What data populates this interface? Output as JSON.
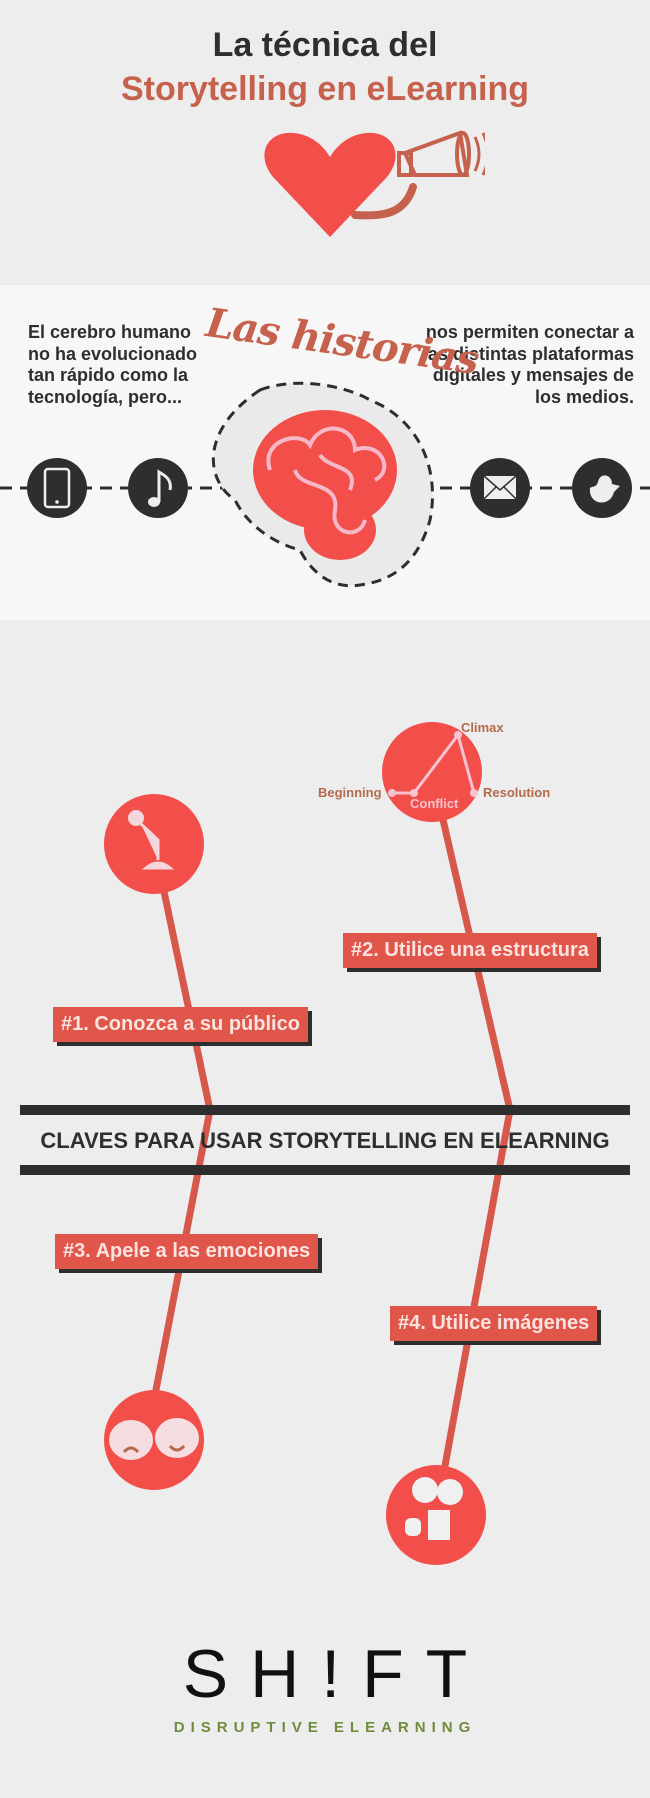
{
  "header": {
    "title_line1": "La técnica del",
    "title_line2": "Storytelling en eLearning"
  },
  "intro": {
    "left_text": "El cerebro humano no ha evolucionado tan rápido como la tecnología, pero...",
    "center_script": "Las historias",
    "right_text": "nos permiten conectar a las distintas plataformas digitales y mensajes de los medios.",
    "icons": [
      "smartphone-icon",
      "music-note-icon",
      "brain-icon",
      "envelope-icon",
      "bird-icon"
    ]
  },
  "structure_diagram": {
    "points": [
      "Beginning",
      "Conflict",
      "Climax",
      "Resolution"
    ]
  },
  "keys": {
    "heading": "CLAVES PARA USAR STORYTELLING EN ELEARNING",
    "items": [
      {
        "label": "#1. Conozca a su público",
        "icon": "microphone-icon"
      },
      {
        "label": "#2. Utilice una estructura",
        "icon": "story-arc-icon"
      },
      {
        "label": "#3. Apele a las emociones",
        "icon": "theater-masks-icon"
      },
      {
        "label": "#4. Utilice imágenes",
        "icon": "film-camera-icon"
      }
    ]
  },
  "footer": {
    "logo": "SH!FT",
    "tagline": "DISRUPTIVE ELEARNING"
  },
  "colors": {
    "accent": "#e0564b",
    "title_accent": "#c5614c",
    "dark": "#2e2e2e",
    "background": "#ededed",
    "tagline": "#6f8c3c"
  }
}
